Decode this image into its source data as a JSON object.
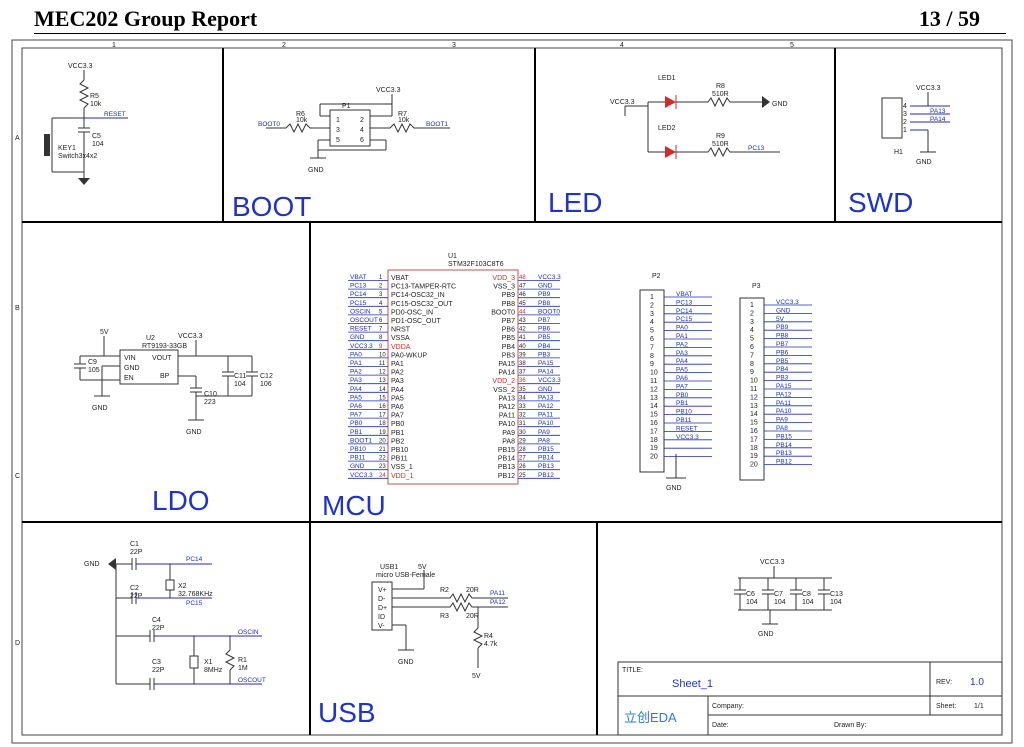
{
  "header": {
    "title": "MEC202 Group Report",
    "page": "13 / 59"
  },
  "frame": {
    "col_marks": [
      "1",
      "2",
      "3",
      "4",
      "5"
    ],
    "row_marks": [
      "A",
      "B",
      "C",
      "D"
    ]
  },
  "sections": {
    "boot": "BOOT",
    "led": "LED",
    "swd": "SWD",
    "ldo": "LDO",
    "mcu": "MCU",
    "usb": "USB"
  },
  "reset": {
    "vcc": "VCC3.3",
    "r5": "R5",
    "r5v": "10k",
    "net": "RESET",
    "c5": "C5",
    "c5v": "104",
    "key": "KEY1",
    "keyv": "Switch3x4x2"
  },
  "boot": {
    "vcc": "VCC3.3",
    "r6": "R6",
    "r6v": "10k",
    "r7": "R7",
    "r7v": "10k",
    "p1": "P1",
    "net0": "BOOT0",
    "net1": "BOOT1",
    "gnd": "GND",
    "pins": [
      "1",
      "2",
      "3",
      "4",
      "5",
      "6"
    ]
  },
  "led": {
    "vcc": "VCC3.3",
    "led1": "LED1",
    "led2": "LED2",
    "r8": "R8",
    "r8v": "510R",
    "r9": "R9",
    "r9v": "510R",
    "gnd": "GND",
    "net": "PC13"
  },
  "swd": {
    "vcc": "VCC3.3",
    "h1": "H1",
    "nets": [
      "PA13",
      "PA14"
    ],
    "pins": [
      "4",
      "3",
      "2",
      "1"
    ],
    "gnd": "GND"
  },
  "ldo": {
    "v5": "5V",
    "vcc": "VCC3.3",
    "u2": "U2",
    "u2v": "RT9193-33GB",
    "vin": "VIN",
    "gndp": "GND",
    "en": "EN",
    "vout": "VOUT",
    "bp": "BP",
    "c9": "C9",
    "c9v": "105",
    "c10": "C10",
    "c10v": "223",
    "c11": "C11",
    "c11v": "104",
    "c12": "C12",
    "c12v": "106",
    "gnd": "GND",
    "pins": [
      "1",
      "2",
      "3",
      "5",
      "4"
    ]
  },
  "mcu": {
    "u1": "U1",
    "part": "STM32F103C8T6",
    "left_nets": [
      "VBAT",
      "PC13",
      "PC14",
      "PC15",
      "OSCIN",
      "OSCOUT",
      "RESET",
      "GND",
      "VCC3.3",
      "PA0",
      "PA1",
      "PA2",
      "PA3",
      "PA4",
      "PA5",
      "PA6",
      "PA7",
      "PB0",
      "PB1",
      "BOOT1",
      "PB10",
      "PB11",
      "GND",
      "VCC3.3"
    ],
    "left_pins": [
      "1",
      "2",
      "3",
      "4",
      "5",
      "6",
      "7",
      "8",
      "9",
      "10",
      "11",
      "12",
      "13",
      "14",
      "15",
      "16",
      "17",
      "18",
      "19",
      "20",
      "21",
      "22",
      "23",
      "24"
    ],
    "left_names": [
      "VBAT",
      "PC13-TAMPER-RTC",
      "PC14-OSC32_IN",
      "PC15-OSC32_OUT",
      "PD0-OSC_IN",
      "PD1-OSC_OUT",
      "NRST",
      "VSSA",
      "VDDA",
      "PA0-WKUP",
      "PA1",
      "PA2",
      "PA3",
      "PA4",
      "PA5",
      "PA6",
      "PA7",
      "PB0",
      "PB1",
      "PB2",
      "PB10",
      "PB11",
      "VSS_1",
      "VDD_1"
    ],
    "right_names": [
      "VDD_3",
      "VSS_3",
      "PB9",
      "PB8",
      "BOOT0",
      "PB7",
      "PB6",
      "PB5",
      "PB4",
      "PB3",
      "PA15",
      "PA14",
      "VDD_2",
      "VSS_2",
      "PA13",
      "PA12",
      "PA11",
      "PA10",
      "PA9",
      "PA8",
      "PB15",
      "PB14",
      "PB13",
      "PB12"
    ],
    "right_pins": [
      "48",
      "47",
      "46",
      "45",
      "44",
      "43",
      "42",
      "41",
      "40",
      "39",
      "38",
      "37",
      "36",
      "35",
      "34",
      "33",
      "32",
      "31",
      "30",
      "29",
      "28",
      "27",
      "26",
      "25"
    ],
    "right_nets": [
      "VCC3.3",
      "GND",
      "PB9",
      "PB8",
      "BOOT0",
      "PB7",
      "PB6",
      "PB5",
      "PB4",
      "PB3",
      "PA15",
      "PA14",
      "VCC3.3",
      "GND",
      "PA13",
      "PA12",
      "PA11",
      "PA10",
      "PA9",
      "PA8",
      "PB15",
      "PB14",
      "PB13",
      "PB12"
    ]
  },
  "headers": {
    "p2": "P2",
    "p3": "P3",
    "p2_nets": [
      "VBAT",
      "PC13",
      "PC14",
      "PC15",
      "PA0",
      "PA1",
      "PA2",
      "PA3",
      "PA4",
      "PA5",
      "PA6",
      "PA7",
      "PB0",
      "PB1",
      "PB10",
      "PB11",
      "RESET",
      "VCC3.3",
      "",
      ""
    ],
    "p3_nets": [
      "VCC3.3",
      "GND",
      "5V",
      "PB9",
      "PB8",
      "PB7",
      "PB6",
      "PB5",
      "PB4",
      "PB3",
      "PA15",
      "PA12",
      "PA11",
      "PA10",
      "PA9",
      "PA8",
      "PB15",
      "PB14",
      "PB13",
      "PB12"
    ],
    "pins": [
      "1",
      "2",
      "3",
      "4",
      "5",
      "6",
      "7",
      "8",
      "9",
      "10",
      "11",
      "12",
      "13",
      "14",
      "15",
      "16",
      "17",
      "18",
      "19",
      "20"
    ],
    "gnd": "GND"
  },
  "osc": {
    "gnd": "GND",
    "c1": "C1",
    "c1v": "22P",
    "c2": "C2",
    "c2v": "22P",
    "x2": "X2",
    "x2v": "32.768KHz",
    "n14": "PC14",
    "n15": "PC15",
    "c4": "C4",
    "c4v": "22P",
    "c3": "C3",
    "c3v": "22P",
    "x1": "X1",
    "x1v": "8MHz",
    "r1": "R1",
    "r1v": "1M",
    "oscin": "OSCIN",
    "oscout": "OSCOUT"
  },
  "usb": {
    "usb1": "USB1",
    "usbv": "micro USB-Female",
    "v5": "5V",
    "pins": [
      "V+",
      "D-",
      "D+",
      "ID",
      "V-"
    ],
    "r2": "R2",
    "r2v": "20R",
    "r3": "R3",
    "r3v": "20R",
    "r4": "R4",
    "r4v": "4.7k",
    "n11": "PA11",
    "n12": "PA12",
    "gnd": "GND",
    "v5b": "5V"
  },
  "decap": {
    "vcc": "VCC3.3",
    "caps": [
      {
        "n": "C6",
        "v": "104"
      },
      {
        "n": "C7",
        "v": "104"
      },
      {
        "n": "C8",
        "v": "104"
      },
      {
        "n": "C13",
        "v": "104"
      }
    ],
    "gnd": "GND"
  },
  "title_block": {
    "title_label": "TITLE:",
    "title": "Sheet_1",
    "rev_label": "REV:",
    "rev": "1.0",
    "company_label": "Company:",
    "sheet_label": "Sheet:",
    "sheet": "1/1",
    "date_label": "Date:",
    "drawn_label": "Drawn By:",
    "logo": "立创EDA"
  }
}
